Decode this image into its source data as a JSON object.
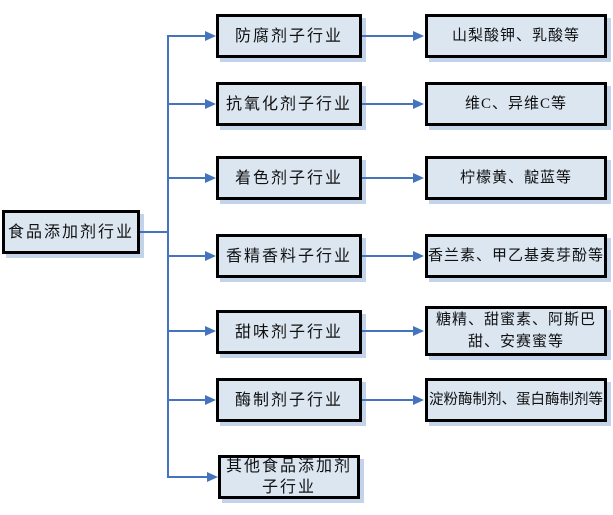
{
  "root": {
    "label": "食品添加剂行业"
  },
  "rows": [
    {
      "industry": "防腐剂子行业",
      "examples": "山梨酸钾、乳酸等"
    },
    {
      "industry": "抗氧化剂子行业",
      "examples": "维C、异维C等"
    },
    {
      "industry": "着色剂子行业",
      "examples": "柠檬黄、靛蓝等"
    },
    {
      "industry": "香精香料子行业",
      "examples": "香兰素、甲乙基麦芽酚等"
    },
    {
      "industry": "甜味剂子行业",
      "examples": "糖精、甜蜜素、阿斯巴甜、安赛蜜等"
    },
    {
      "industry": "酶制剂子行业",
      "examples": "淀粉酶制剂、蛋白酶制剂等"
    },
    {
      "industry": "其他食品添加剂子行业",
      "examples": ""
    }
  ],
  "colors": {
    "node_fill": "#dce6f1",
    "node_border": "#000000",
    "node_shadow": "#c3d3e9",
    "connector_blue": "#4474bb",
    "background": "#ffffff"
  },
  "diagram_type": "industry-tree-flowchart"
}
